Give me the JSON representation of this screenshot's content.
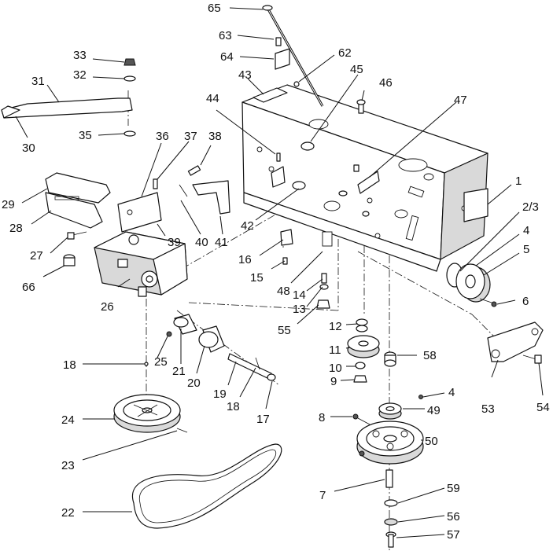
{
  "callouts": [
    {
      "id": "c65",
      "label": "65"
    },
    {
      "id": "c63",
      "label": "63"
    },
    {
      "id": "c64",
      "label": "64"
    },
    {
      "id": "c62",
      "label": "62"
    },
    {
      "id": "c43",
      "label": "43"
    },
    {
      "id": "c45",
      "label": "45"
    },
    {
      "id": "c46",
      "label": "46"
    },
    {
      "id": "c47",
      "label": "47"
    },
    {
      "id": "c33",
      "label": "33"
    },
    {
      "id": "c32",
      "label": "32"
    },
    {
      "id": "c31",
      "label": "31"
    },
    {
      "id": "c30",
      "label": "30"
    },
    {
      "id": "c35",
      "label": "35"
    },
    {
      "id": "c44",
      "label": "44"
    },
    {
      "id": "c36",
      "label": "36"
    },
    {
      "id": "c37",
      "label": "37"
    },
    {
      "id": "c38",
      "label": "38"
    },
    {
      "id": "c1",
      "label": "1"
    },
    {
      "id": "c2_3",
      "label": "2/3"
    },
    {
      "id": "c4a",
      "label": "4"
    },
    {
      "id": "c5",
      "label": "5"
    },
    {
      "id": "c6",
      "label": "6"
    },
    {
      "id": "c29",
      "label": "29"
    },
    {
      "id": "c28",
      "label": "28"
    },
    {
      "id": "c27",
      "label": "27"
    },
    {
      "id": "c66",
      "label": "66"
    },
    {
      "id": "c39",
      "label": "39"
    },
    {
      "id": "c40",
      "label": "40"
    },
    {
      "id": "c41",
      "label": "41"
    },
    {
      "id": "c42",
      "label": "42"
    },
    {
      "id": "c16",
      "label": "16"
    },
    {
      "id": "c15",
      "label": "15"
    },
    {
      "id": "c48",
      "label": "48"
    },
    {
      "id": "c14",
      "label": "14"
    },
    {
      "id": "c13",
      "label": "13"
    },
    {
      "id": "c55",
      "label": "55"
    },
    {
      "id": "c26",
      "label": "26"
    },
    {
      "id": "c12",
      "label": "12"
    },
    {
      "id": "c11",
      "label": "11"
    },
    {
      "id": "c10",
      "label": "10"
    },
    {
      "id": "c9",
      "label": "9"
    },
    {
      "id": "c58",
      "label": "58"
    },
    {
      "id": "c18a",
      "label": "18"
    },
    {
      "id": "c25",
      "label": "25"
    },
    {
      "id": "c21",
      "label": "21"
    },
    {
      "id": "c20",
      "label": "20"
    },
    {
      "id": "c19",
      "label": "19"
    },
    {
      "id": "c18b",
      "label": "18"
    },
    {
      "id": "c17",
      "label": "17"
    },
    {
      "id": "c53",
      "label": "53"
    },
    {
      "id": "c54",
      "label": "54"
    },
    {
      "id": "c4b",
      "label": "4"
    },
    {
      "id": "c49",
      "label": "49"
    },
    {
      "id": "c8",
      "label": "8"
    },
    {
      "id": "c50",
      "label": "50"
    },
    {
      "id": "c24",
      "label": "24"
    },
    {
      "id": "c23",
      "label": "23"
    },
    {
      "id": "c22",
      "label": "22"
    },
    {
      "id": "c7",
      "label": "7"
    },
    {
      "id": "c59",
      "label": "59"
    },
    {
      "id": "c56",
      "label": "56"
    },
    {
      "id": "c57",
      "label": "57"
    }
  ]
}
